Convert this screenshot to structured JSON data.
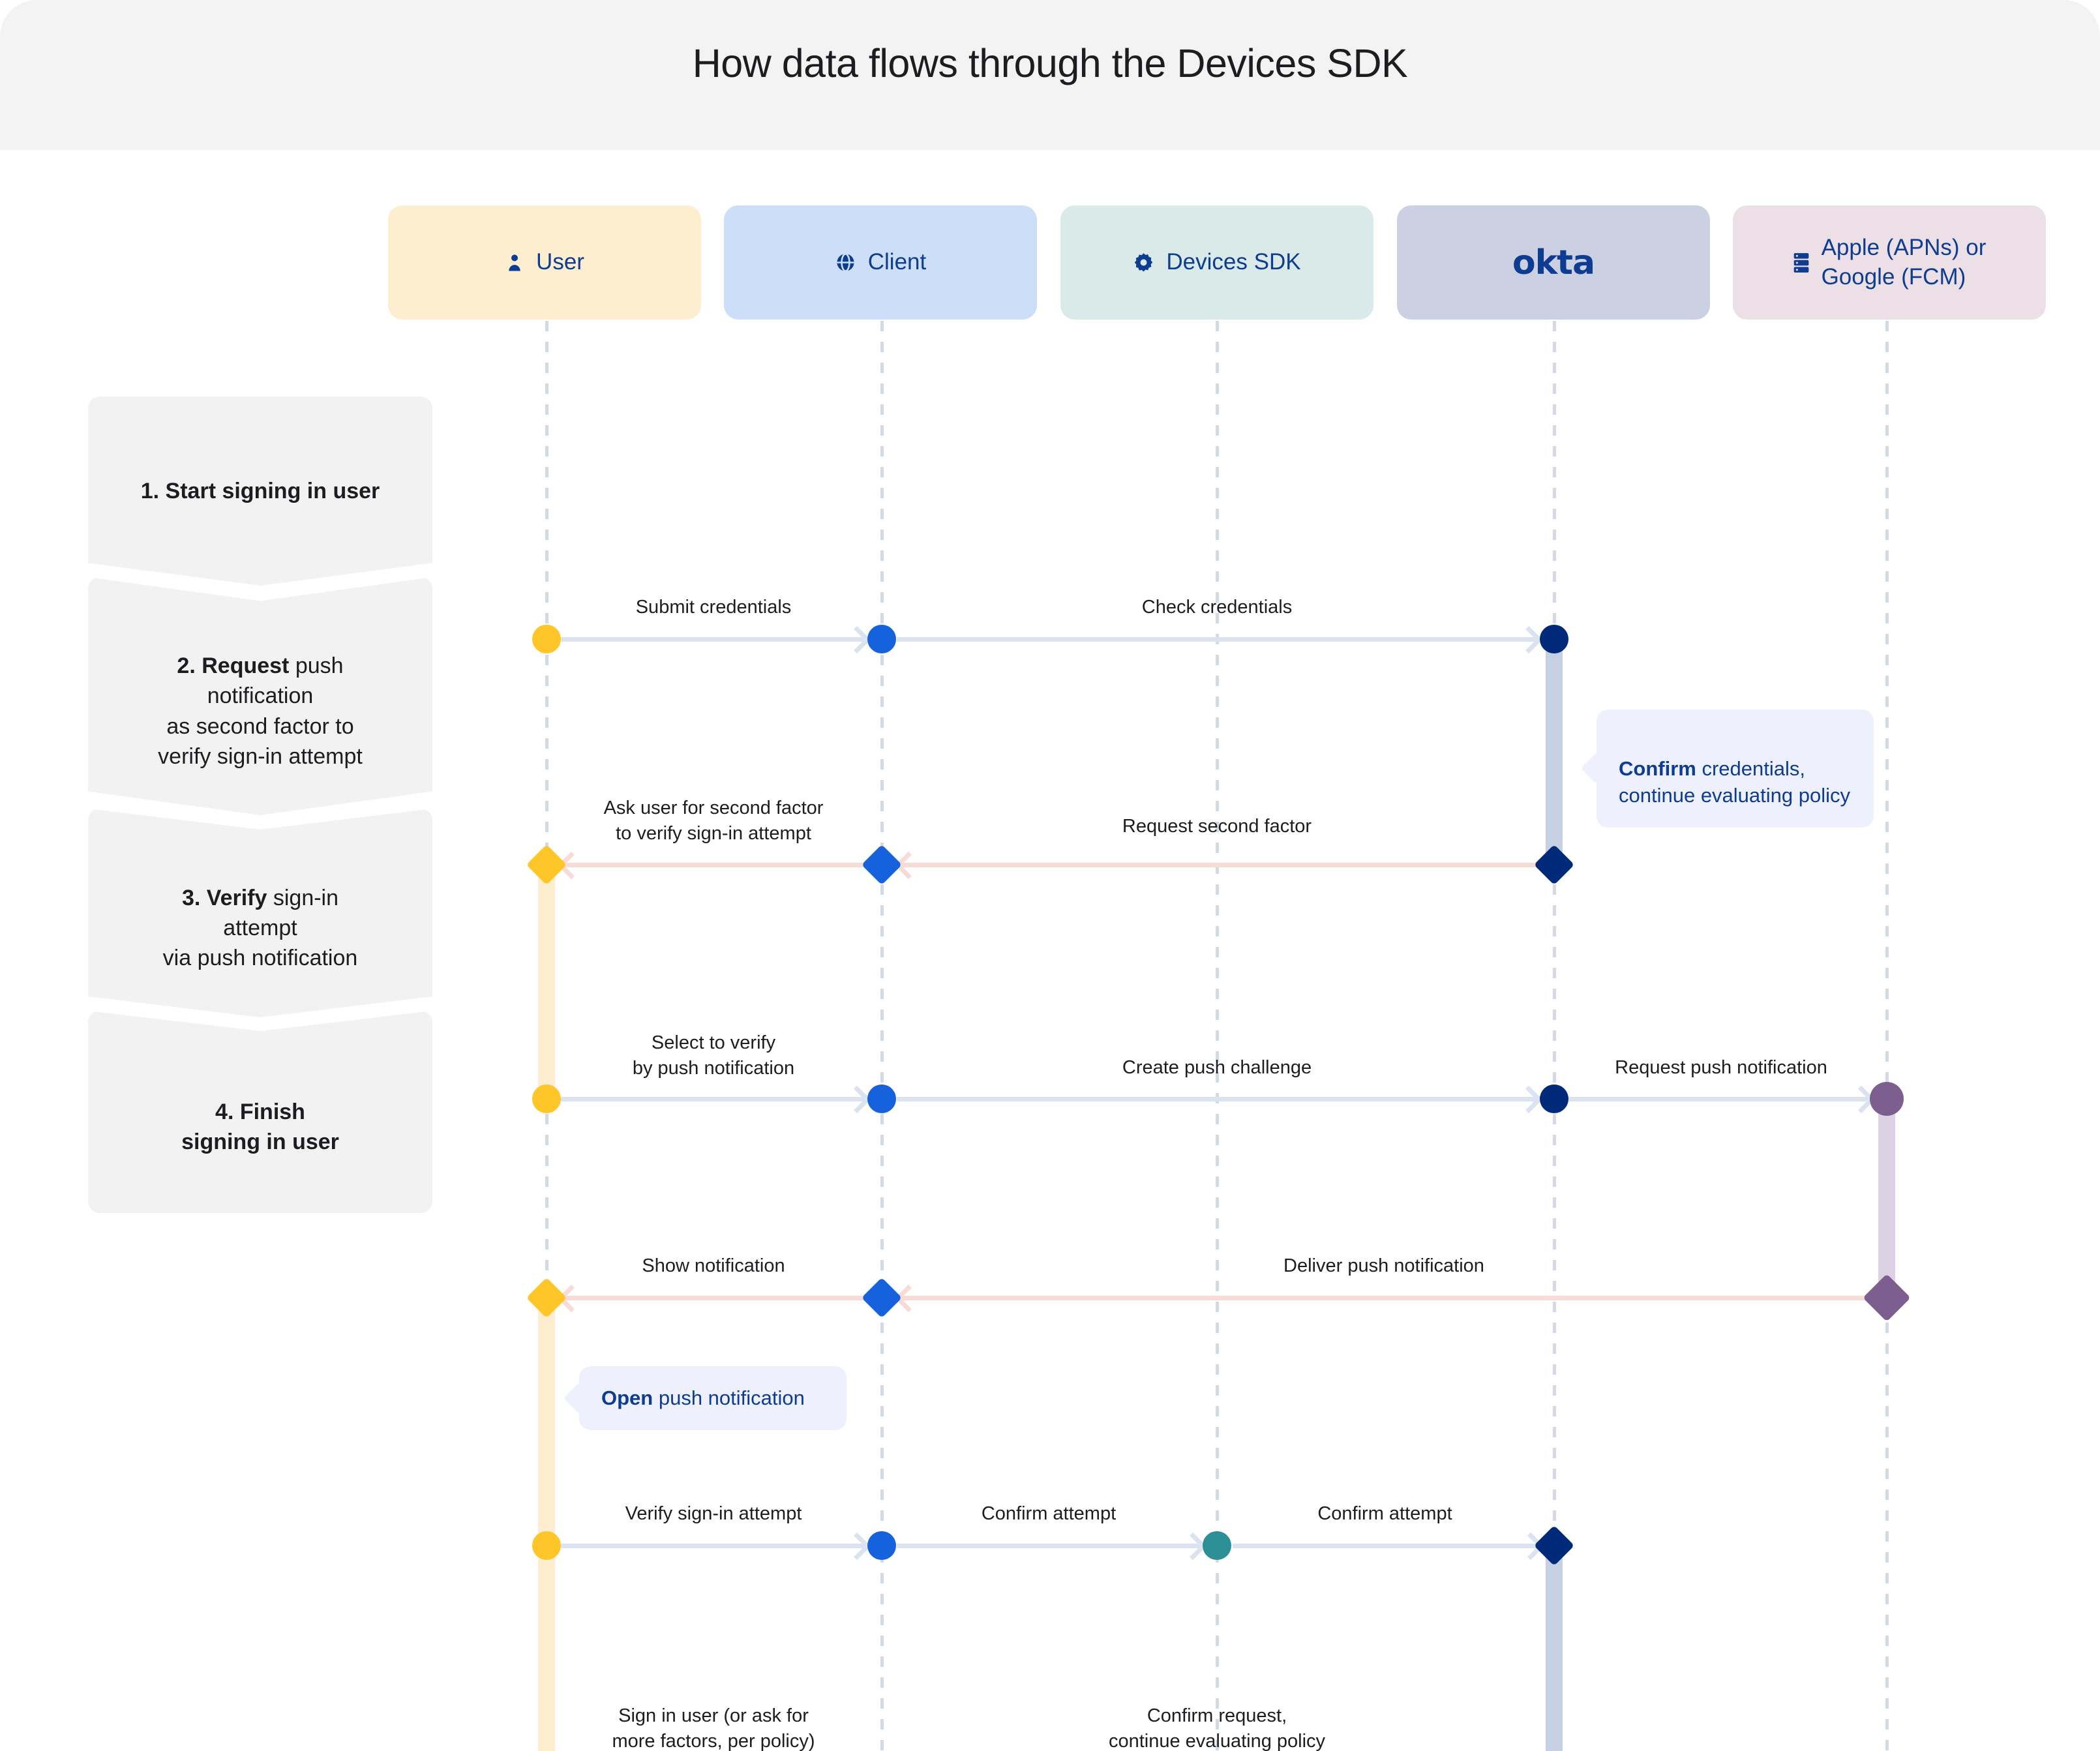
{
  "header": {
    "title": "How data flows through the Devices SDK",
    "background": "#f3f3f3"
  },
  "colors": {
    "user": "#ffc629",
    "client": "#1662dd",
    "devices_sdk": "#2d8f96",
    "okta": "#00297a",
    "push_provider": "#7d5f8f",
    "arrow_forward": "#dbe3f0",
    "arrow_back": "#f7dbd6",
    "callout_bg": "#eef0fd",
    "text_navy": "#0d3c91",
    "step_bg": "#f2f2f2"
  },
  "actors": [
    {
      "id": "user",
      "label": "User",
      "icon": "person-icon",
      "bg": "#fdeecf"
    },
    {
      "id": "client",
      "label": "Client",
      "icon": "globe-icon",
      "bg": "#cddff8"
    },
    {
      "id": "devices_sdk",
      "label": "Devices SDK",
      "icon": "gear-icon",
      "bg": "#d9eae8"
    },
    {
      "id": "okta",
      "label": "okta",
      "icon": "okta-logo",
      "bg": "#ccd0e3"
    },
    {
      "id": "push",
      "label": "Apple (APNs) or\nGoogle (FCM)",
      "icon": "server-icon",
      "bg": "#ecdfe6"
    }
  ],
  "steps": [
    {
      "index": "1.",
      "bold": "Start signing in user",
      "rest": ""
    },
    {
      "index": "2.",
      "bold": "Request",
      "rest": " push\nnotification\nas second factor to\nverify sign-in attempt"
    },
    {
      "index": "3.",
      "bold": "Verify",
      "rest": " sign-in\nattempt\nvia push notification"
    },
    {
      "index": "4.",
      "bold": "Finish\nsigning in user",
      "rest": ""
    }
  ],
  "messages": [
    {
      "id": "m1",
      "label": "Submit credentials",
      "from": "user",
      "to": "client",
      "direction": "forward"
    },
    {
      "id": "m2",
      "label": "Check credentials",
      "from": "client",
      "to": "okta",
      "direction": "forward"
    },
    {
      "id": "m3",
      "label": "Ask user for second factor\nto verify sign-in attempt",
      "from": "client",
      "to": "user",
      "direction": "back"
    },
    {
      "id": "m4",
      "label": "Request second factor",
      "from": "okta",
      "to": "client",
      "direction": "back"
    },
    {
      "id": "m5",
      "label": "Select to verify\nby push notification",
      "from": "user",
      "to": "client",
      "direction": "forward"
    },
    {
      "id": "m6",
      "label": "Create push challenge",
      "from": "client",
      "to": "okta",
      "direction": "forward"
    },
    {
      "id": "m7",
      "label": "Request push notification",
      "from": "okta",
      "to": "push",
      "direction": "forward"
    },
    {
      "id": "m8",
      "label": "Show notification",
      "from": "client",
      "to": "user",
      "direction": "back"
    },
    {
      "id": "m9",
      "label": "Deliver push notification",
      "from": "push",
      "to": "client",
      "direction": "back"
    },
    {
      "id": "m10",
      "label": "Verify sign-in attempt",
      "from": "user",
      "to": "client",
      "direction": "forward"
    },
    {
      "id": "m11",
      "label": "Confirm attempt",
      "from": "client",
      "to": "devices_sdk",
      "direction": "forward"
    },
    {
      "id": "m12",
      "label": "Confirm attempt",
      "from": "devices_sdk",
      "to": "okta",
      "direction": "forward"
    },
    {
      "id": "m13",
      "label": "Sign in user (or ask for\nmore factors, per policy)",
      "from": "client",
      "to": "user",
      "direction": "back"
    },
    {
      "id": "m14",
      "label": "Confirm request,\ncontinue evaluating policy",
      "from": "okta",
      "to": "client",
      "direction": "back"
    }
  ],
  "callouts": [
    {
      "id": "c1",
      "bold": "Confirm",
      "rest": " credentials,\ncontinue evaluating policy",
      "anchor": "okta"
    },
    {
      "id": "c2",
      "bold": "Open",
      "rest": " push notification",
      "anchor": "user"
    }
  ]
}
